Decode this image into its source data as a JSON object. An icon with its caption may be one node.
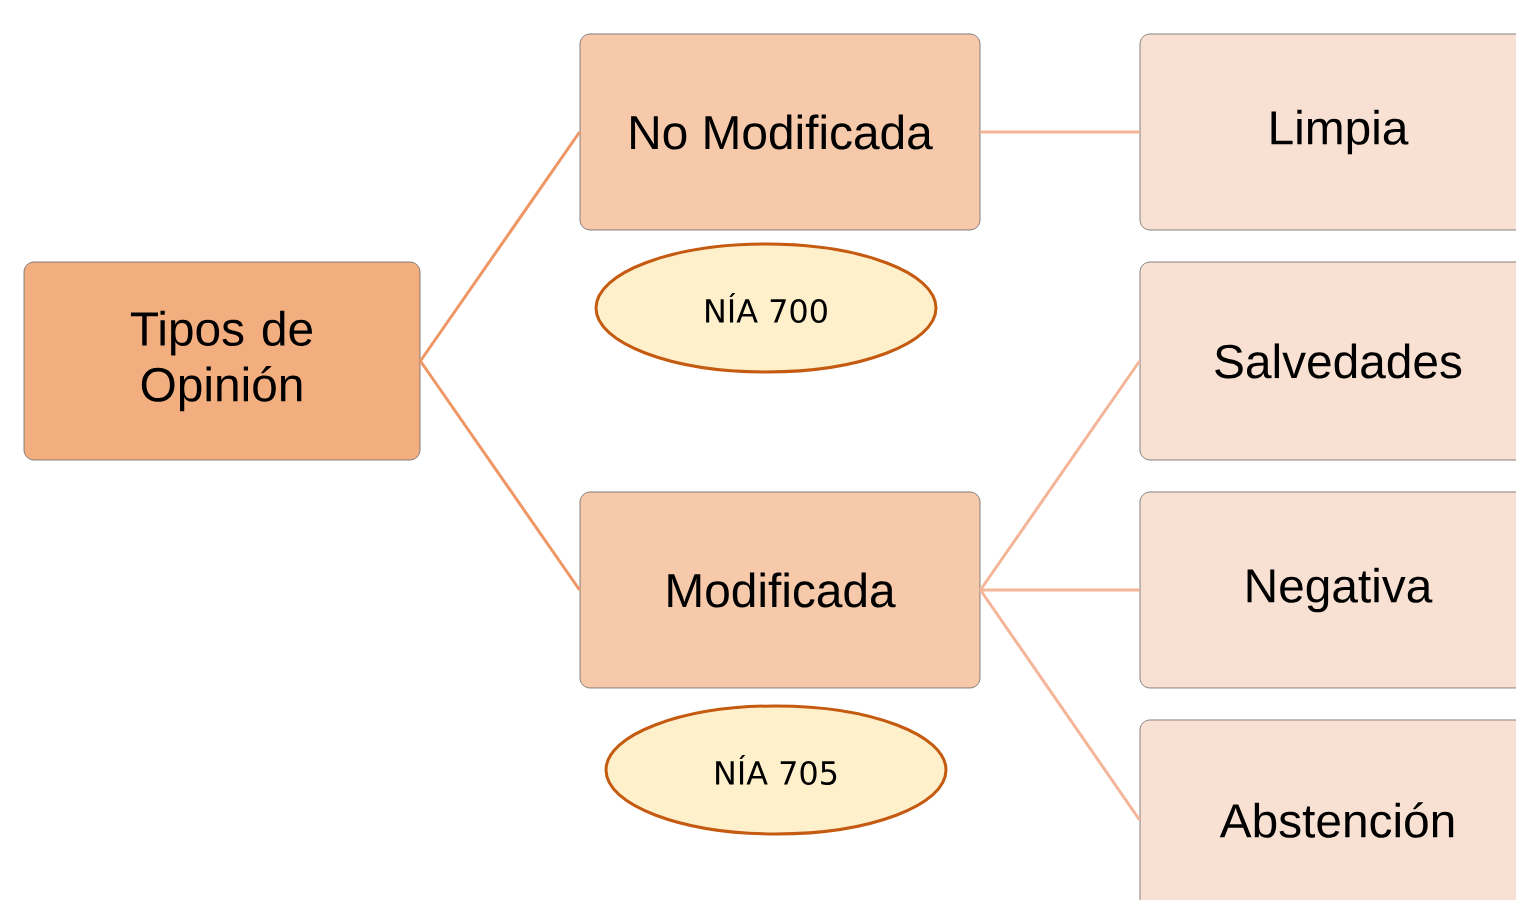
{
  "diagram": {
    "nodes": [
      {
        "text": [
          "Tipos de Opinión"
        ]
      },
      {
        "text": [
          "No Modificada"
        ]
      },
      {
        "text": [
          "NÍA 700"
        ]
      },
      {
        "text": [
          "Modificada"
        ]
      },
      {
        "text": [
          "NÍA 705"
        ]
      },
      {
        "text": [
          "Limpia"
        ]
      },
      {
        "text": [
          "Salvedades"
        ]
      },
      {
        "text": [
          "Negativa"
        ]
      },
      {
        "text": [
          "Abstención"
        ]
      }
    ],
    "edges": [
      {
        "from": 0,
        "to": 1,
        "arrow": "none",
        "color": "#ee9664"
      },
      {
        "from": 0,
        "to": 3,
        "arrow": "none",
        "color": "#ee9664"
      },
      {
        "from": 1,
        "to": 5,
        "arrow": "none"
      },
      {
        "from": 3,
        "to": 6,
        "arrow": "none"
      },
      {
        "from": 3,
        "to": 7,
        "arrow": "none"
      },
      {
        "from": 3,
        "to": 8,
        "arrow": "none"
      }
    ]
  }
}
